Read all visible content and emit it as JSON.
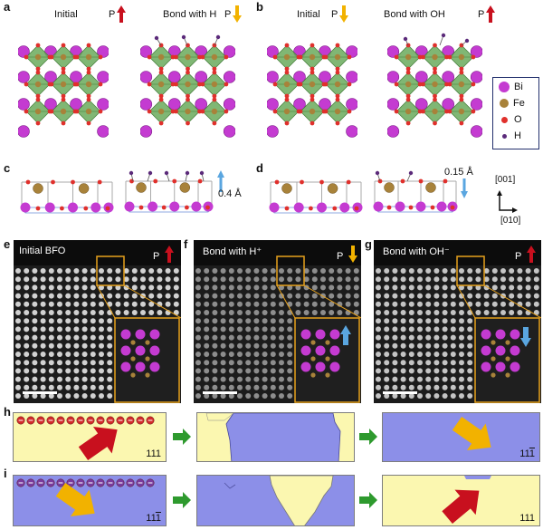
{
  "panels": {
    "a": {
      "label": "a",
      "initial": "Initial",
      "bond": "Bond with H",
      "p": "P"
    },
    "b": {
      "label": "b",
      "initial": "Initial",
      "bond": "Bond with OH",
      "p": "P"
    },
    "c": {
      "label": "c",
      "shift": "0.4 Å"
    },
    "d": {
      "label": "d",
      "shift": "0.15 Å"
    },
    "e": {
      "label": "e",
      "title": "Initial BFO",
      "p": "P"
    },
    "f": {
      "label": "f",
      "title": "Bond with H⁺",
      "p": "P"
    },
    "g": {
      "label": "g",
      "title": "Bond with OH⁻",
      "p": "P"
    },
    "h": {
      "label": "h",
      "start_orient": "111",
      "end_orient": "11-1"
    },
    "i": {
      "label": "i",
      "start_orient": "11-1",
      "end_orient": "111"
    }
  },
  "legend": {
    "items": [
      {
        "name": "Bi",
        "color": "#c43bd1"
      },
      {
        "name": "Fe",
        "color": "#a8823a"
      },
      {
        "name": "O",
        "color": "#e0302c"
      },
      {
        "name": "H",
        "color": "#5b2a7a"
      }
    ]
  },
  "axes": {
    "top": "[001]",
    "right": "[010]"
  },
  "colors": {
    "p_up": "#c8101e",
    "p_down": "#f2b200",
    "shift_arrow": "#5aa6e0",
    "octahedra": "#6aaa5c",
    "domain_yellow": "#fbf7b0",
    "domain_blue": "#8c8fe8",
    "flow_arrow": "#2e9a2e",
    "stem_frame": "#e7a21c"
  }
}
